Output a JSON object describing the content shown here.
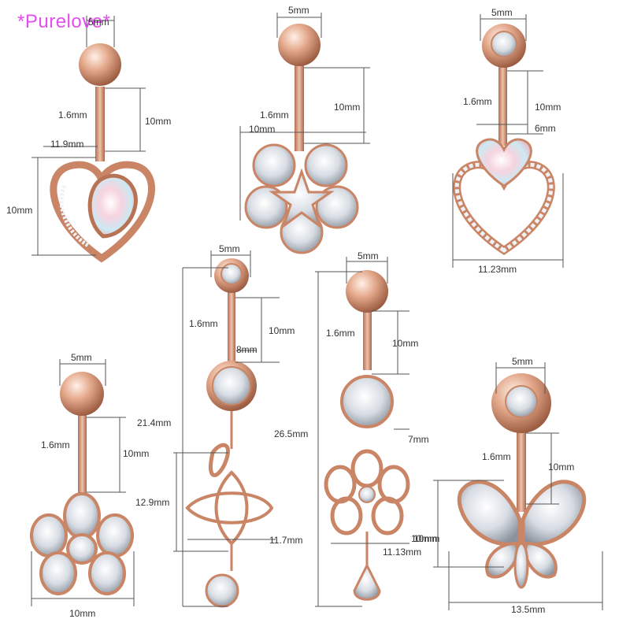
{
  "watermark": "*Purelove*",
  "colors": {
    "rose_gold": "#d79a7d",
    "rose_gold_dark": "#a9674b",
    "crystal": "#e9edf2",
    "opal": "#f2c9d6",
    "dimension_line": "#555555",
    "watermark": "#e24ef0"
  },
  "products": [
    {
      "name_icon": "heart-opal-ring",
      "labels": [
        "5mm",
        "1.6mm",
        "10mm",
        "11.9mm",
        "10mm"
      ]
    },
    {
      "name_icon": "star-flower-crystal",
      "labels": [
        "5mm",
        "1.6mm",
        "10mm",
        "10mm"
      ]
    },
    {
      "name_icon": "opal-heart-crystal",
      "labels": [
        "5mm",
        "1.6mm",
        "10mm",
        "6mm",
        "11.23mm"
      ]
    },
    {
      "name_icon": "leaf-dangle-crystal",
      "labels": [
        "5mm",
        "1.6mm",
        "10mm",
        "8mm",
        "21.4mm",
        "12.9mm",
        "11.7mm"
      ]
    },
    {
      "name_icon": "flower-dangle-crystal",
      "labels": [
        "5mm",
        "1.6mm",
        "10mm",
        "26.5mm",
        "7mm",
        "10mm",
        "11.13mm"
      ]
    },
    {
      "name_icon": "pave-flower",
      "labels": [
        "5mm",
        "1.6mm",
        "10mm",
        "10mm"
      ]
    },
    {
      "name_icon": "crystal-butterfly",
      "labels": [
        "5mm",
        "1.6mm",
        "10mm",
        "10mm",
        "13.5mm"
      ]
    }
  ]
}
